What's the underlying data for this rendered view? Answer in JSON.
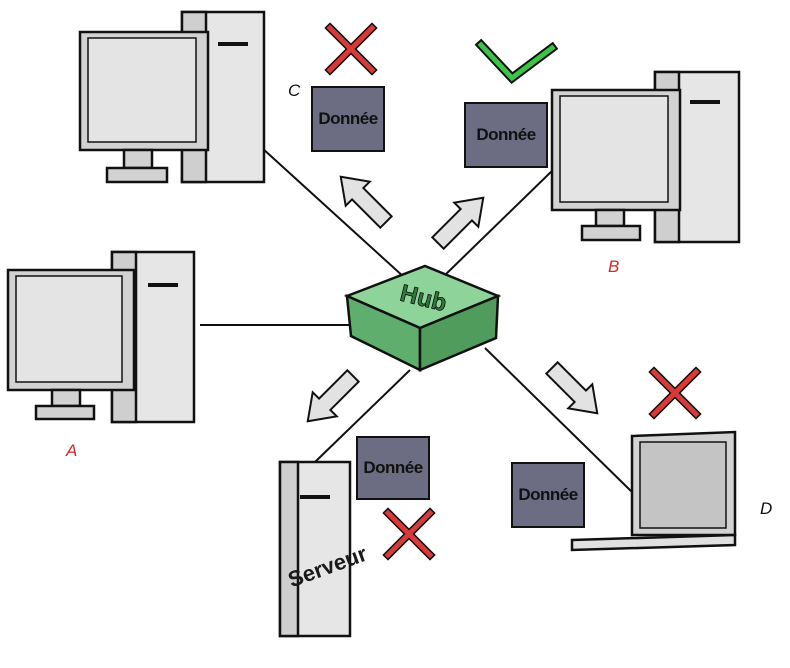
{
  "diagram": {
    "hub": {
      "label": "Hub"
    },
    "packet_label": "Donnée",
    "server_label": "Serveur",
    "nodes": {
      "a": {
        "label": "A"
      },
      "b": {
        "label": "B"
      },
      "c": {
        "label": "C"
      },
      "d": {
        "label": "D"
      }
    },
    "colors": {
      "hub_fill": "#6fbf7f",
      "packet_fill": "#6c6c82",
      "accepted_mark": "#3cc447",
      "rejected_mark": "#d83a3a",
      "label_red": "#d02a2a"
    },
    "icons": [
      "check-icon",
      "cross-icon",
      "arrow-icon",
      "computer-icon",
      "laptop-icon",
      "server-icon",
      "hub-icon"
    ]
  }
}
